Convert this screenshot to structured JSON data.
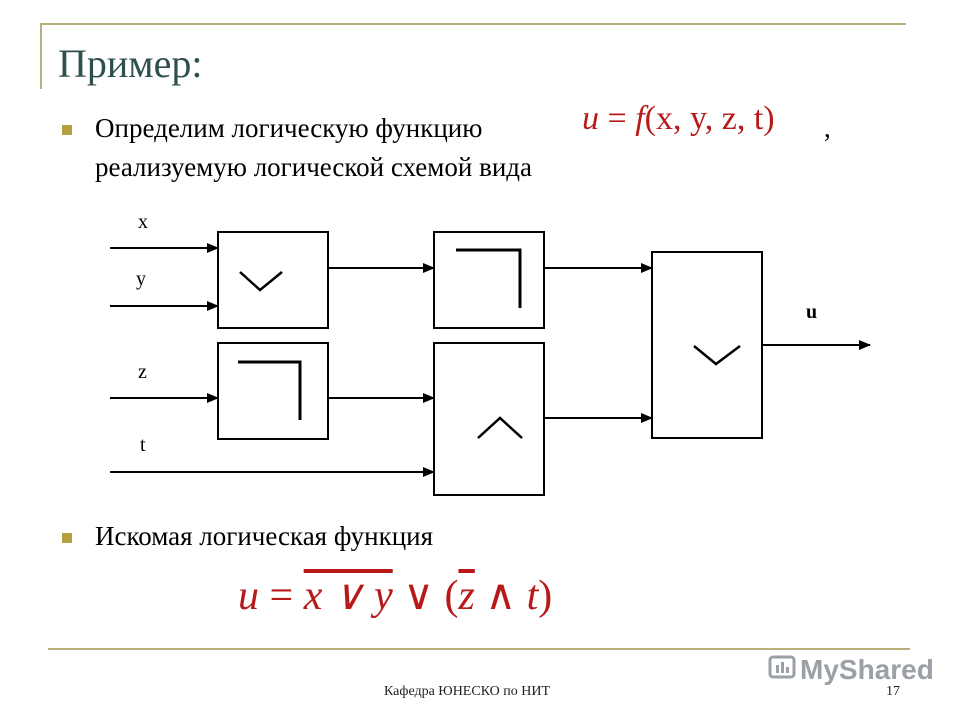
{
  "slide": {
    "title": "Пример:",
    "bullets": [
      {
        "line1": "Определим логическую функцию",
        "comma": ",",
        "line2": "реализуемую логической схемой вида"
      },
      {
        "line1": "Искомая логическая функция"
      }
    ],
    "formula1": {
      "lhs": "u",
      "eq": "=",
      "func": "f",
      "args": "(x, y, z, t)"
    },
    "formula2": {
      "lhs": "u",
      "eq": "=",
      "neg1": "x ∨ y",
      "op": "∨",
      "lpar": "(",
      "neg2": "z",
      "and": "∧",
      "t": "t",
      "rpar": ")"
    },
    "footer": {
      "center": "Кафедра ЮНЕСКО по НИТ",
      "page": "17"
    },
    "watermark": "MyShared"
  },
  "diagram": {
    "inputs": [
      "x",
      "y",
      "z",
      "t"
    ],
    "output": "u",
    "gates": {
      "gate1": "∨",
      "gate2": "¬",
      "gate3": "¬",
      "gate4": "∧",
      "gate5": "∨"
    }
  },
  "colors": {
    "accent": "#b8b07a",
    "title": "#2f4f4f",
    "formula": "#b81a1a",
    "bullet": "#b4a03c"
  }
}
